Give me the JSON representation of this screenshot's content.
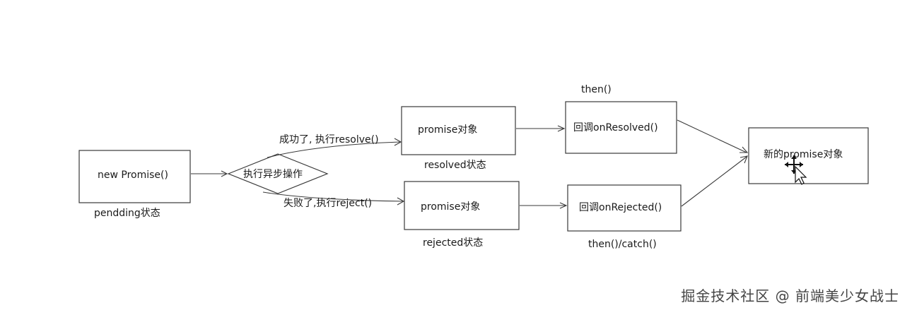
{
  "nodes": {
    "new_promise": "new Promise()",
    "pending_state": "pendding状态",
    "decision": "执行异步操作",
    "promise_resolved": "promise对象",
    "resolved_state": "resolved状态",
    "promise_rejected": "promise对象",
    "rejected_state": "rejected状态",
    "then_label": "then()",
    "on_resolved": "回调onResolved()",
    "on_rejected": "回调onRejected()",
    "then_catch_label": "then()/catch()",
    "new_promise_obj": "新的promise对象"
  },
  "edges": {
    "success": "成功了, 执行resolve()",
    "failure": "失败了,执行reject()"
  },
  "watermark": "掘金技术社区 @ 前端美少女战士"
}
